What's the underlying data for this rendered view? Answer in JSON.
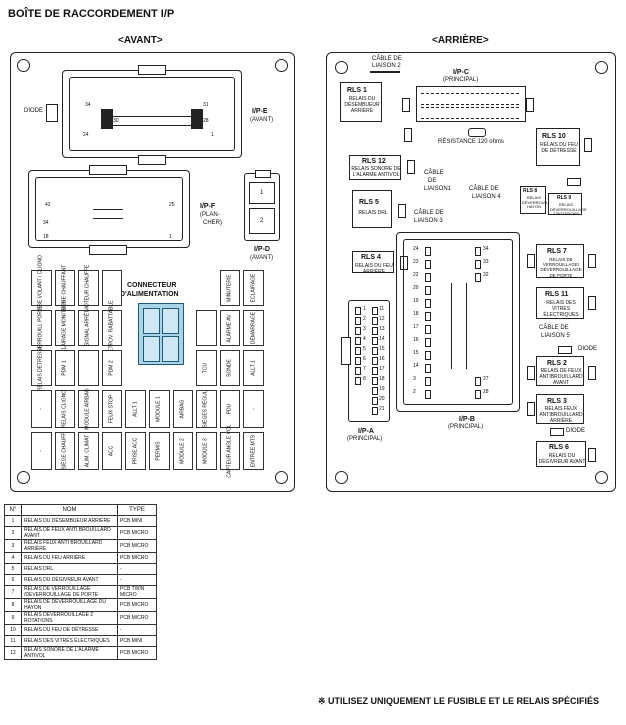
{
  "title": "BOÎTE DE RACCORDEMENT I/P",
  "front": {
    "heading": "<AVANT>",
    "diode": "DIODE",
    "ip_e": {
      "name": "I/P-E",
      "sub": "(AVANT)"
    },
    "ip_f": {
      "name": "I/P-F",
      "sub1": "(PLAN-",
      "sub2": "CHER)"
    },
    "ip_d": {
      "name": "I/P-D",
      "sub": "(AVANT)",
      "pin1": "1",
      "pin2": "2"
    },
    "connector_label1": "CONNECTEUR",
    "connector_label2": "D'ALIMENTATION",
    "fuses_row1": [
      "VITESSE VOLANT / CLIGNO",
      "SIÈGE CHAUFFANT",
      "MOTEUR CHAUFFÉ",
      "",
      "",
      "",
      "",
      "",
      "MINUTERIE",
      "ÉCLAIRAGE"
    ],
    "fuses_row2": [
      "VERROUILL PORTE",
      "ÉCLAIRAGE MONITEUR",
      "SIGNAL ARRÊT",
      "RÉTROV. RABATTABLE",
      "",
      "",
      "",
      "",
      "ALARME AV.",
      "DÉMARRAGE"
    ],
    "fuses_row3": [
      "RELAIS DÉTRESSE",
      "PDM 1",
      "",
      "PDM 2",
      "",
      "",
      "",
      "TCU",
      "SONDE",
      "ALLT 1"
    ],
    "fuses_row4": [
      "-",
      "RELAIS CLIGNO",
      "MODULE AIRBAG",
      "FEUX STOP",
      "ALLT 1",
      "MODULE 1",
      "AIRBAG",
      "SIÈGES RÉGUL",
      "PDU",
      "-"
    ],
    "fuses_row5": [
      "-",
      "SIÈGE CHAUFF",
      "ALIM. CLIMAT",
      "ACC",
      "PRISE ACC",
      "PERMIS",
      "MODULE 2",
      "MODULE 3",
      "CAPTEUR ANGLE VOL",
      "ENTRÉE MTS"
    ]
  },
  "rear": {
    "heading": "<ARRIÈRE>",
    "cable2": {
      "l1": "CÂBLE DE",
      "l2": "LIAISON 2"
    },
    "ip_c": {
      "name": "I/P-C",
      "sub": "(PRINCIPAL)"
    },
    "rls1": {
      "name": "RLS 1",
      "desc": "RELAIS DU DÉSEMBUEUR ARRIÈRE"
    },
    "resistance": "RÉSISTANCE 120 ohms",
    "rls10": {
      "name": "RLS 10",
      "desc": "RELAIS DU FEU DE DÉTRESSE"
    },
    "rls12": {
      "name": "RLS 12",
      "desc": "RELAIS SONORE DE L'ALARME ANTIVOL"
    },
    "cable1": {
      "l1": "CÂBLE",
      "l2": "DE",
      "l3": "LIAISON1"
    },
    "cable4": {
      "l1": "CÂBLE DE",
      "l2": "LIAISON 4"
    },
    "rls8": {
      "name": "RLS 8",
      "desc": "RELAIS DÉVERROUILLAGE HAYON"
    },
    "rls9": {
      "name": "RLS 9",
      "desc": "RELAIS DÉVERROUILLAGE 2 ROTATIONS"
    },
    "rls5": {
      "name": "RLS 5",
      "desc": "RELAIS DRL"
    },
    "cable3": {
      "l1": "CÂBLE DE",
      "l2": "LIAISON 3"
    },
    "rls4": {
      "name": "RLS 4",
      "desc": "RELAIS DU FEU ARRIÈRE"
    },
    "rls7": {
      "name": "RLS 7",
      "desc": "RELAIS DE VERROUILLAGE/ DÉVERROUILLAGE DE PORTE"
    },
    "rls11": {
      "name": "RLS 11",
      "desc": "RELAIS DES VITRES ÉLECTRIQUES"
    },
    "cable5": {
      "l1": "CÂBLE DE",
      "l2": "LIAISON 5"
    },
    "diode1": "DIODE",
    "rls2": {
      "name": "RLS 2",
      "desc": "RELAIS DE FEUX ANTIBROUILLARD AVANT"
    },
    "rls3": {
      "name": "RLS 3",
      "desc": "RELAIS FEUX ANTIBROUILLARD ARRIÈRE"
    },
    "diode2": "DIODE",
    "rls6": {
      "name": "RLS 6",
      "desc": "RELAIS DU DÉGIVREUR AVANT"
    },
    "ip_a": {
      "name": "I/P-A",
      "sub": "(PRINCIPAL)"
    },
    "ip_b": {
      "name": "I/P-B",
      "sub": "(PRINCIPAL)"
    },
    "ip_b_pins_left": [
      "24",
      "23",
      "22",
      "20",
      "19",
      "18",
      "17",
      "16",
      "15",
      "14",
      "3",
      "2"
    ],
    "ip_b_pins_right": [
      "34",
      "33",
      "32",
      "",
      "",
      "",
      "",
      "",
      "",
      "",
      "27",
      "28"
    ],
    "ip_a_pins": [
      "1",
      "2",
      "3",
      "4",
      "5",
      "6",
      "7",
      "8",
      "11",
      "12",
      "13",
      "14",
      "15",
      "16",
      "17",
      "18",
      "19",
      "20",
      "21"
    ]
  },
  "legend": {
    "headers": [
      "N°",
      "NOM",
      "TYPE"
    ],
    "rows": [
      {
        "n": "1",
        "nom": "RELAIS DU DÉSEMBUEUR ARRIÈRE",
        "type": "PCB MINI"
      },
      {
        "n": "2",
        "nom": "RELAIS DE FEUX ANTI BROUILLARD AVANT",
        "type": "PCB MICRO"
      },
      {
        "n": "3",
        "nom": "RELAIS FEUX ANTI BROUILLARD ARRIÈRE",
        "type": "PCB MICRO"
      },
      {
        "n": "4",
        "nom": "RELAIS DU FEU ARRIÈRE",
        "type": "PCB MICRO"
      },
      {
        "n": "5",
        "nom": "RELAIS DRL",
        "type": "-"
      },
      {
        "n": "6",
        "nom": "RELAIS DU DÉGIVREUR AVANT",
        "type": "-"
      },
      {
        "n": "7",
        "nom": "RELAIS DE VERROUILLAGE /DÉVERROUILLAGE DE PORTE",
        "type": "PCB TWIN MICRO"
      },
      {
        "n": "8",
        "nom": "RELAIS DE DÉVERROUILLAGE DU HAYON",
        "type": "PCB MICRO"
      },
      {
        "n": "9",
        "nom": "RELAIS DÉVERROUILLAGE 2 ROTATIONS",
        "type": "PCB MICRO"
      },
      {
        "n": "10",
        "nom": "RELAIS DU FEU DE DÉTRESSE",
        "type": "-"
      },
      {
        "n": "11",
        "nom": "RELAIS DES VITRES ÉLECTRIQUES",
        "type": "PCB MINI"
      },
      {
        "n": "12",
        "nom": "RELAIS SONORE DE L'ALARME ANTIVOL",
        "type": "PCB MICRO"
      }
    ]
  },
  "footer_note": "※ UTILISEZ UNIQUEMENT LE FUSIBLE ET LE RELAIS SPÉCIFIÉS"
}
